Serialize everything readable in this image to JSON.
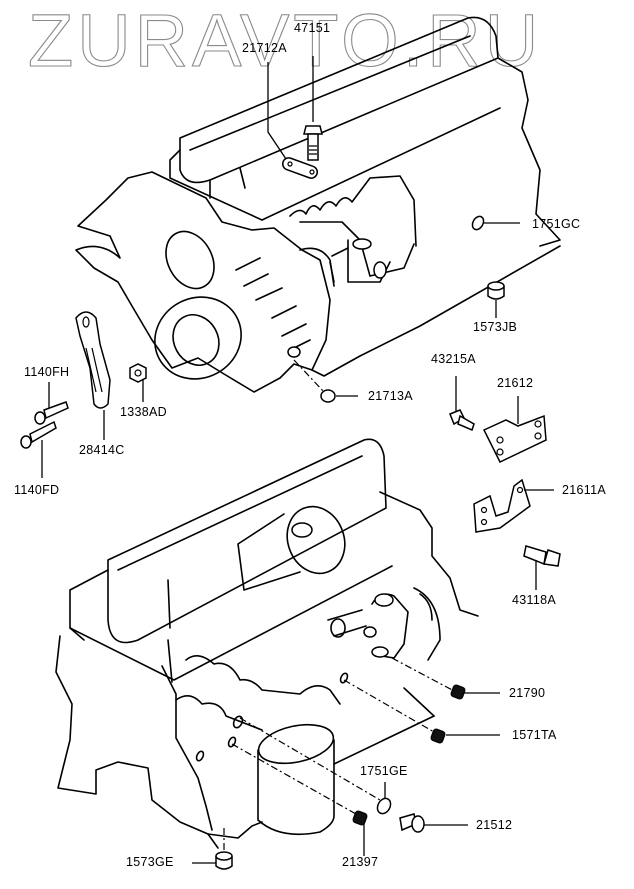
{
  "watermark": "ZURAVTO.RU",
  "diagram_type": "exploded parts diagram",
  "colors": {
    "line": "#000000",
    "watermark_outline": "#8a8a8a",
    "background": "#ffffff"
  },
  "parts": {
    "p47151": "47151",
    "p21712A": "21712A",
    "p1751GC": "1751GC",
    "p1573JB": "1573JB",
    "p1140FH": "1140FH",
    "p1140FD": "1140FD",
    "p28414C": "28414C",
    "p1338AD": "1338AD",
    "p21713A": "21713A",
    "p43215A": "43215A",
    "p21612": "21612",
    "p21611A": "21611A",
    "p43118A": "43118A",
    "p21790": "21790",
    "p1571TA": "1571TA",
    "p1751GE": "1751GE",
    "p21512": "21512",
    "p21397": "21397",
    "p1573GE": "1573GE"
  }
}
